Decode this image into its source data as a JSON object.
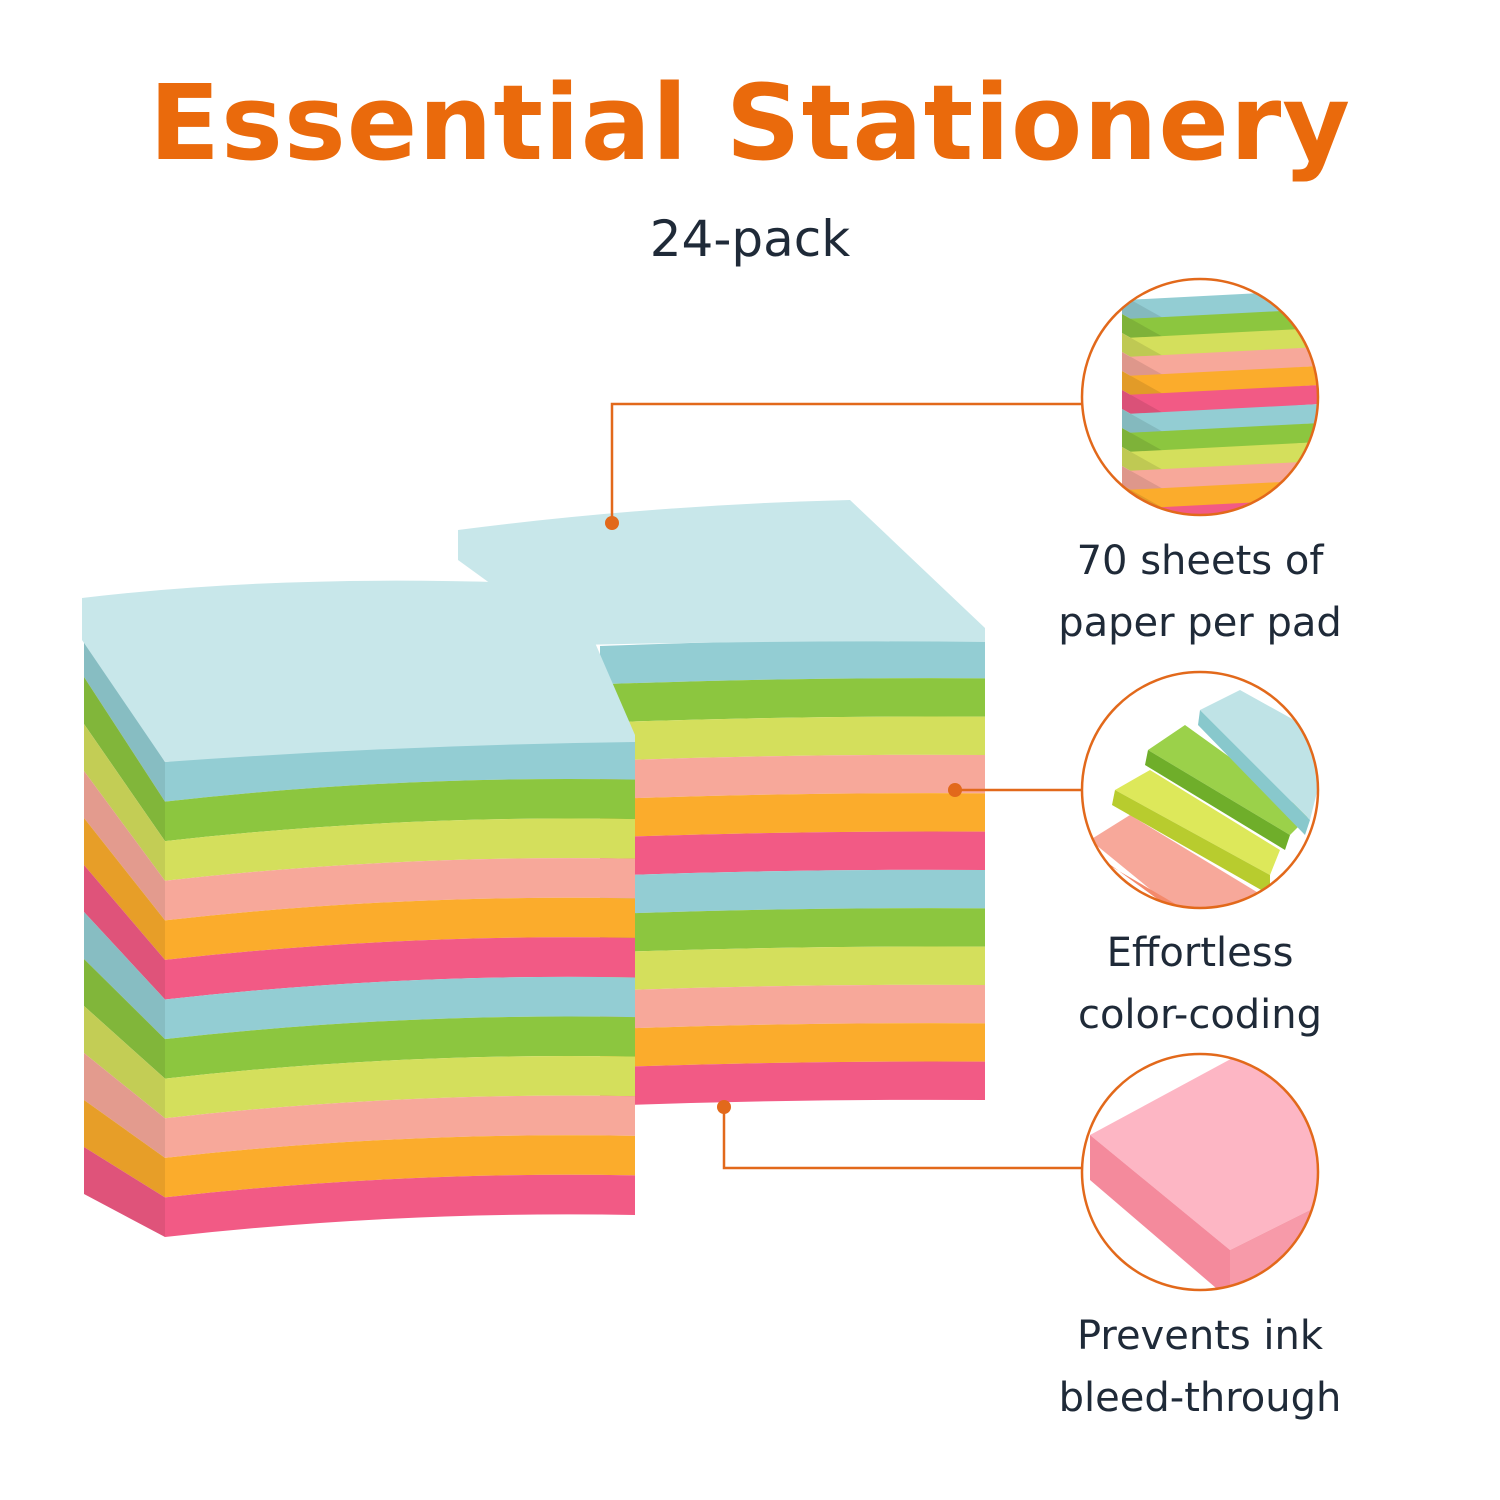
{
  "header": {
    "title": "Essential Stationery",
    "subtitle": "24-pack"
  },
  "features": [
    {
      "line1": "70 sheets of",
      "line2": "paper per pad"
    },
    {
      "line1": "Effortless",
      "line2": "color-coding"
    },
    {
      "line1": "Prevents ink",
      "line2": "bleed-through"
    }
  ],
  "colors": {
    "accent": "#e2691b",
    "pad_top": "#c8e7ea",
    "bands": [
      "#93cdd3",
      "#8cc63f",
      "#d4df5c",
      "#f7a89a",
      "#fbac2c",
      "#f25a85"
    ]
  }
}
